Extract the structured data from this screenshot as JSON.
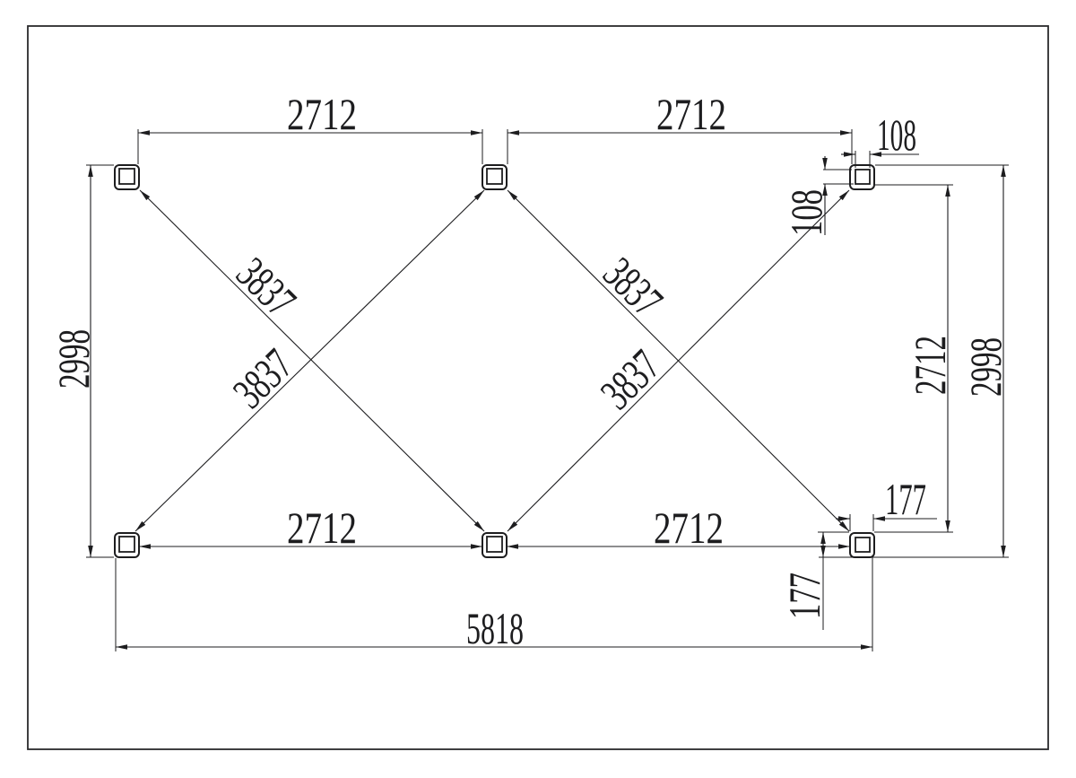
{
  "colors": {
    "paper": "#ffffff",
    "ink": "#1d1d1f"
  },
  "drawing": {
    "kind": "dimensioned-post-layout-plan",
    "labels": {
      "top_left_span": "2712",
      "top_right_span": "2712",
      "post_inner_width": "108",
      "post_inner_height": "108",
      "left_overall_height": "2998",
      "right_post_span": "2712",
      "right_overall_height": "2998",
      "diag_tl_to_bm": "3837",
      "diag_bl_to_tm": "3837",
      "diag_tm_to_br": "3837",
      "diag_bm_to_tr": "3837",
      "bottom_left_span": "2712",
      "bottom_right_span": "2712",
      "post_outer_width": "177",
      "post_outer_height": "177",
      "overall_width": "5818"
    }
  }
}
